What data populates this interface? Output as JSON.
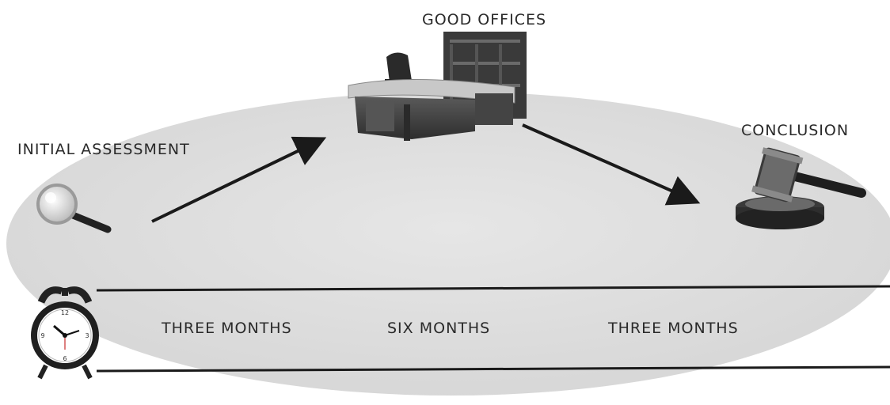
{
  "stages": {
    "initial": "INITIAL ASSESSMENT",
    "good_offices": "GOOD OFFICES",
    "conclusion": "CONCLUSION"
  },
  "durations": {
    "first": "THREE MONTHS",
    "second": "SIX MONTHS",
    "third": "THREE MONTHS"
  },
  "icons": {
    "initial": "magnifying-glass-icon",
    "good_offices": "office-desk-icon",
    "conclusion": "gavel-icon",
    "timeline": "alarm-clock-icon"
  },
  "colors": {
    "ellipse": "#dcdcdc",
    "ink": "#1a1a1a"
  }
}
